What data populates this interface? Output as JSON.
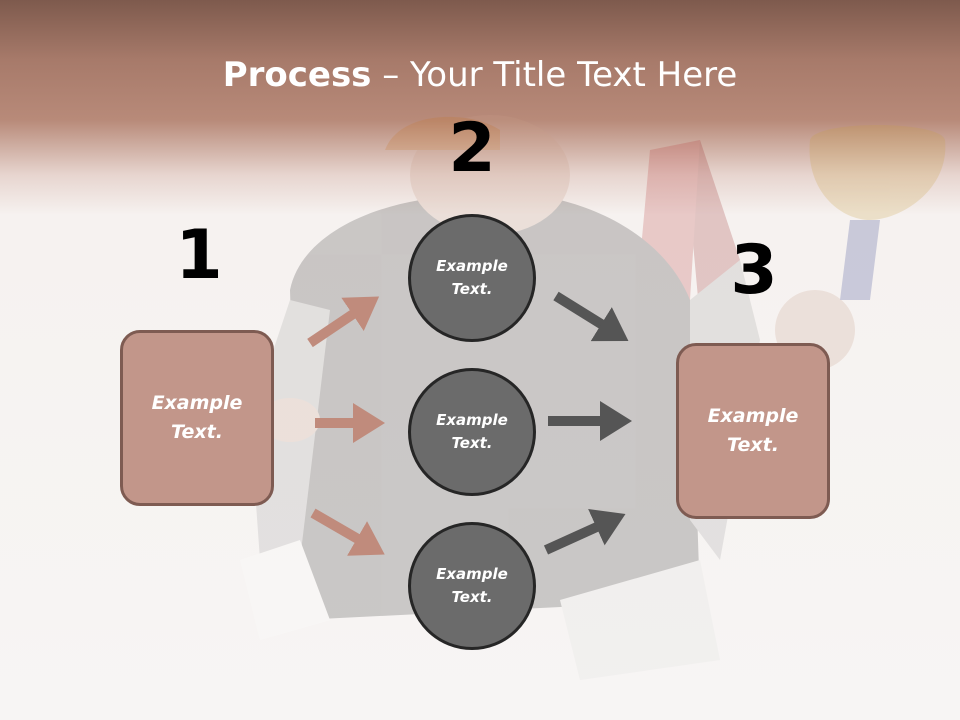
{
  "title": {
    "bold": "Process",
    "rest": " – Your Title Text Here"
  },
  "steps": {
    "one": {
      "number": "1",
      "box_text": "Example\nText."
    },
    "two": {
      "number": "2",
      "circles": [
        "Example\nText.",
        "Example\nText.",
        "Example\nText."
      ]
    },
    "three": {
      "number": "3",
      "box_text": "Example\nText."
    }
  },
  "colors": {
    "box": "#c2968a",
    "box_border": "#7e5b52",
    "circle": "#6b6b6b",
    "arrow_in": "#c08b7c",
    "arrow_out": "#555555",
    "header": "#a77a6a"
  }
}
